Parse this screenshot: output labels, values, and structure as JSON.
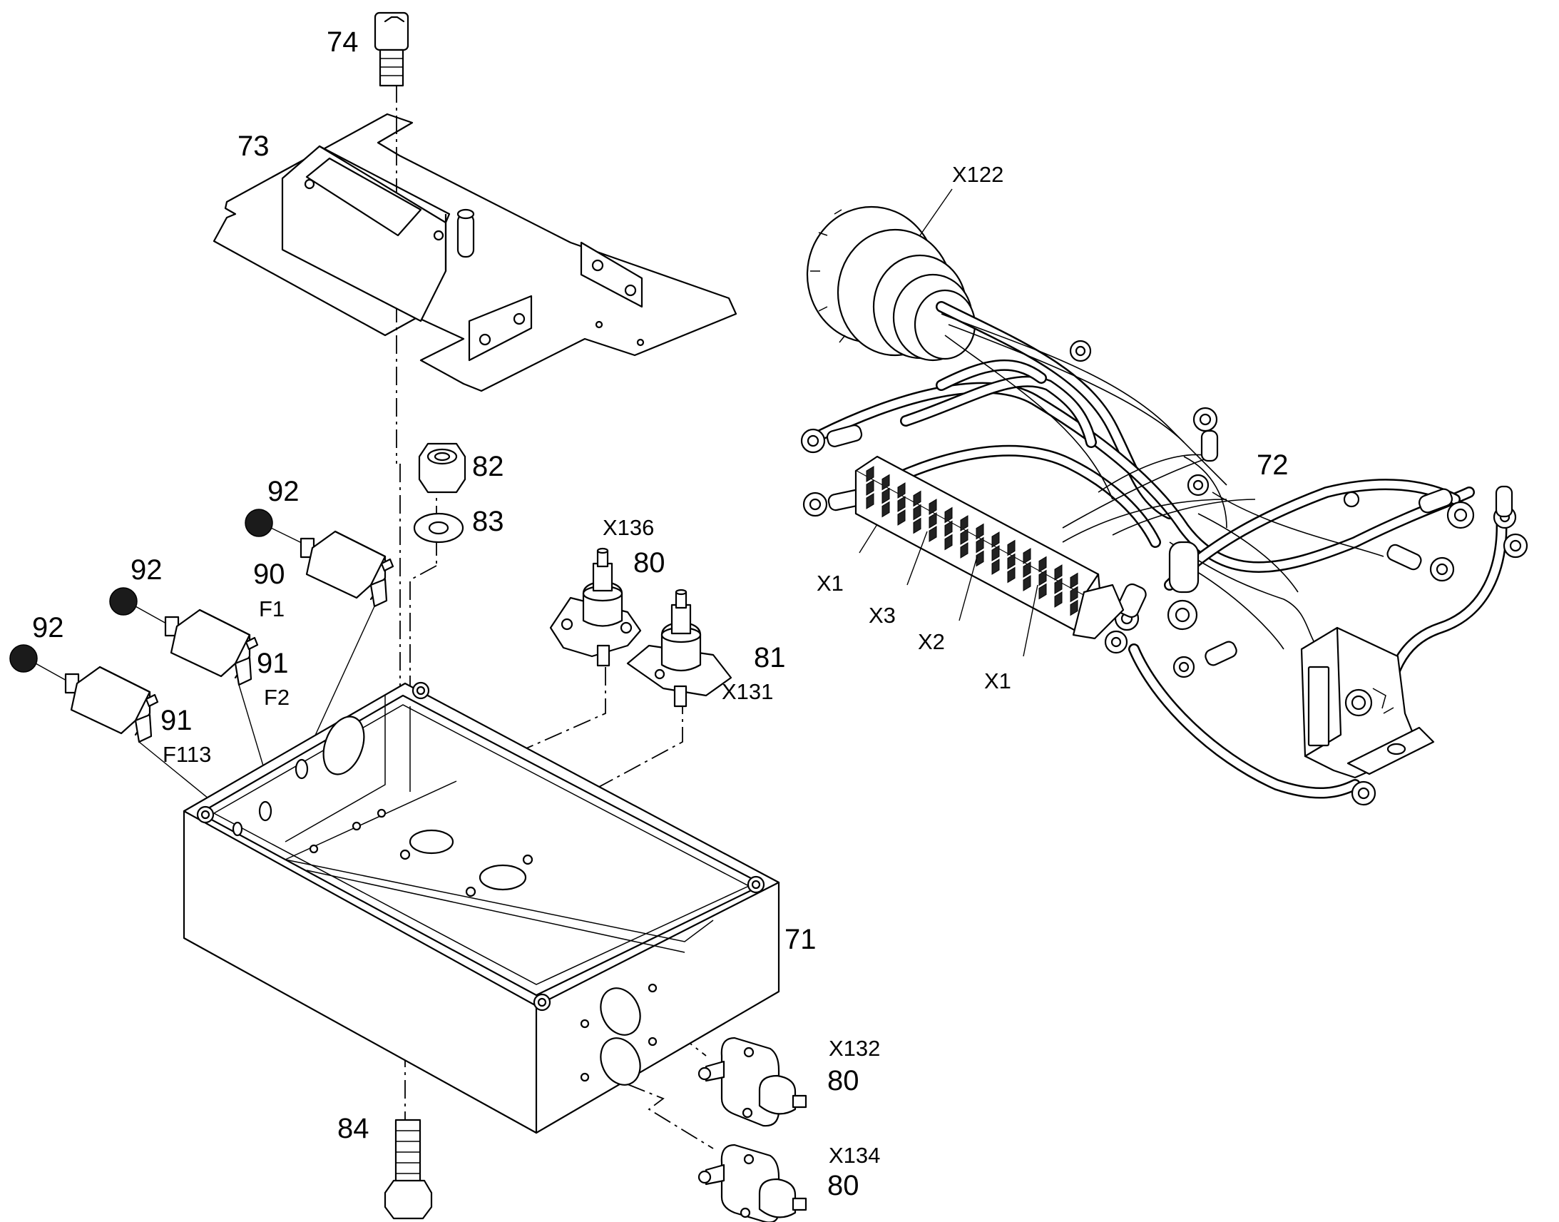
{
  "labels": {
    "p74": "74",
    "p73": "73",
    "p82": "82",
    "p83": "83",
    "p92a": "92",
    "p92b": "92",
    "p92c": "92",
    "p90": "90",
    "f1": "F1",
    "p91a": "91",
    "f2": "F2",
    "p91b": "91",
    "f113": "F113",
    "x136": "X136",
    "p80a": "80",
    "p81": "81",
    "x131": "X131",
    "p71": "71",
    "p84": "84",
    "x132": "X132",
    "p80b": "80",
    "x134": "X134",
    "p80c": "80",
    "x122": "X122",
    "p72": "72",
    "x1a": "X1",
    "x3": "X3",
    "x2": "X2",
    "x1b": "X1"
  }
}
